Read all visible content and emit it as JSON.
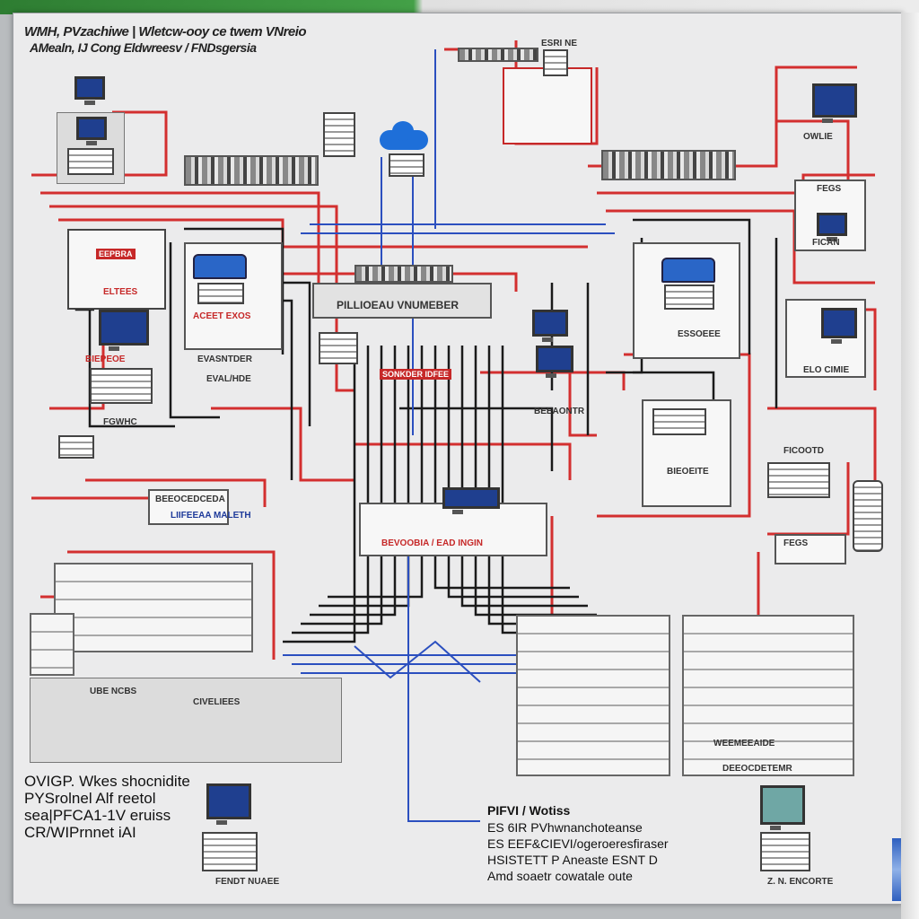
{
  "title_line1": "WMH, PVzachiwe | Wletcw-ooy ce twem VNreio",
  "title_line2": "AMealn, IJ Cong Eldwreesv / FNDsgersia",
  "labels": {
    "rack_top": "ESRI NE",
    "dev_tr": "OWLIE",
    "dev_r1": "FEGS",
    "dev_r2": "FICAN",
    "dev_r3": "ELO CIMIE",
    "dev_l1": "EEPBRA",
    "dev_l2": "ELTEES",
    "dev_l3": "BIEPEOE",
    "dev_l4": "FGWHC",
    "center_hub": "PILLIOEAU VNUMEBER",
    "center_tag": "SONKDER IDFEE",
    "mid_box1": "ACEET EXOS",
    "mid_box2": "EVASNTDER",
    "mid_box3": "EVAL/HDE",
    "mid_lower": "BEVOOBIA / EAD INGIN",
    "left_tag": "LIIFEEAA MALETH",
    "left_tag2": "BEEOCEDCEDA",
    "right_box": "BEEAONTR",
    "right_box2": "ESSOEEE",
    "right_box3": "FICOOTD",
    "right_box4": "BIEOEITE",
    "bottom_left_panel": "UBE NCBS",
    "bottom_left_panel2": "CIVELIEES",
    "bottom_right_col": "WEEMEEAIDE",
    "bottom_right_col2": "DEEOCDETEMR",
    "small_caption_l": "FENDT NUAEE",
    "small_caption_r": "Z. N. ENCORTE"
  },
  "notes_left": "OVIGP. Wkes shocnidite\nPYSrolnel Alf reetol\nsea|PFCA1-1V eruiss\nCR/WIPrnnet iAI",
  "notes_right_title": "PIFVI / Wotiss",
  "notes_right": "ES 6IR PVhwnanchoteanse\nES EEF&CIEVI/ogeroeresfiraser\nHSISTETT P Aneaste ESNT D\nAmd soaetr cowatale oute",
  "colors": {
    "wire_red": "#d32f2f",
    "wire_black": "#1a1a1a",
    "wire_blue": "#2b4fbf",
    "window_bg": "#ebebec"
  }
}
